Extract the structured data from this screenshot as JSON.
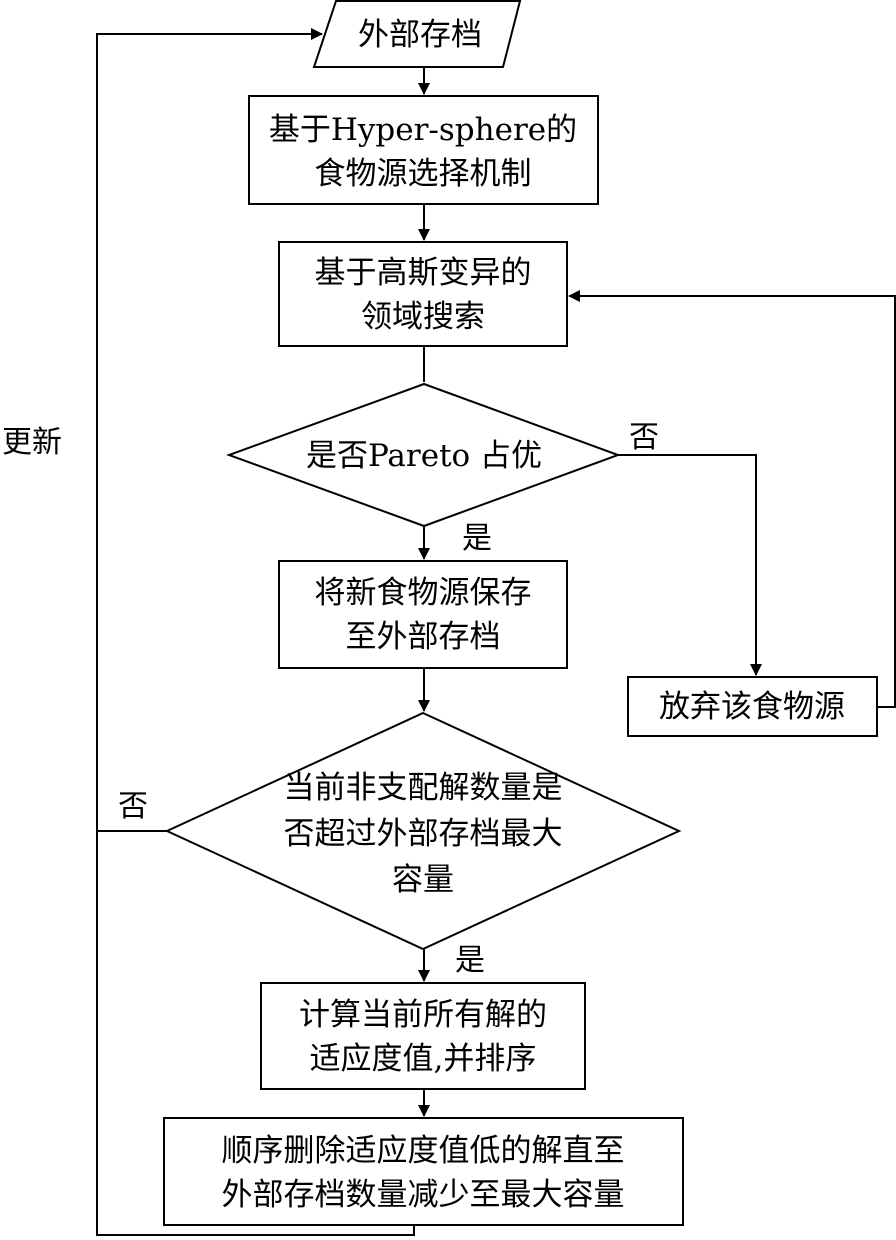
{
  "diagram": {
    "nodes": {
      "external_archive": {
        "lines": [
          "外部存档"
        ]
      },
      "selection": {
        "lines": [
          "基于Hyper-sphere的",
          "食物源选择机制"
        ]
      },
      "neighborhood_search": {
        "lines": [
          "基于高斯变异的",
          "领域搜索"
        ]
      },
      "pareto_dominance": {
        "lines": [
          "是否Pareto 占优"
        ]
      },
      "save_food_source": {
        "lines": [
          "将新食物源保存",
          "至外部存档"
        ]
      },
      "discard_food_source": {
        "lines": [
          "放弃该食物源"
        ]
      },
      "capacity_check": {
        "lines": [
          "当前非支配解数量是",
          "否超过外部存档最大",
          "容量"
        ]
      },
      "compute_fitness": {
        "lines": [
          "计算当前所有解的",
          "适应度值,并排序"
        ]
      },
      "delete_low_fitness": {
        "lines": [
          "顺序删除适应度值低的解直至",
          "外部存档数量减少至最大容量"
        ]
      }
    },
    "edge_labels": {
      "pareto_yes": "是",
      "pareto_no": "否",
      "capacity_yes": "是",
      "capacity_no": "否",
      "update": "更新"
    }
  }
}
